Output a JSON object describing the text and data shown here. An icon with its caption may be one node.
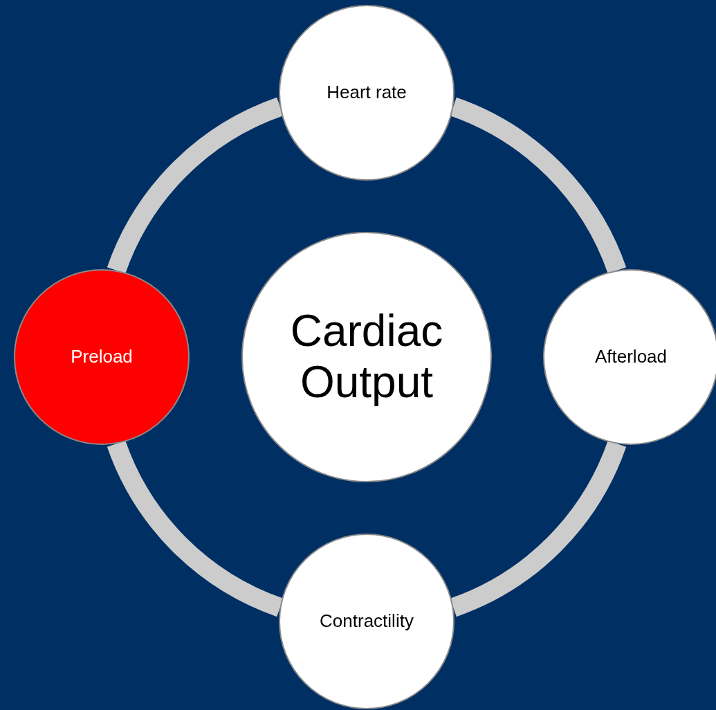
{
  "diagram": {
    "nodes": [
      {
        "text": [
          "Cardiac Output"
        ]
      },
      {
        "text": [
          "Heart rate"
        ]
      },
      {
        "text": [
          "Afterload"
        ]
      },
      {
        "text": [
          "Contractility"
        ]
      },
      {
        "text": [
          "Preload"
        ]
      }
    ],
    "edges": [
      {
        "from": 1,
        "to": 2,
        "arrow": "none"
      },
      {
        "from": 2,
        "to": 3,
        "arrow": "none"
      },
      {
        "from": 3,
        "to": 4,
        "arrow": "none"
      },
      {
        "from": 4,
        "to": 1,
        "arrow": "none"
      }
    ]
  }
}
